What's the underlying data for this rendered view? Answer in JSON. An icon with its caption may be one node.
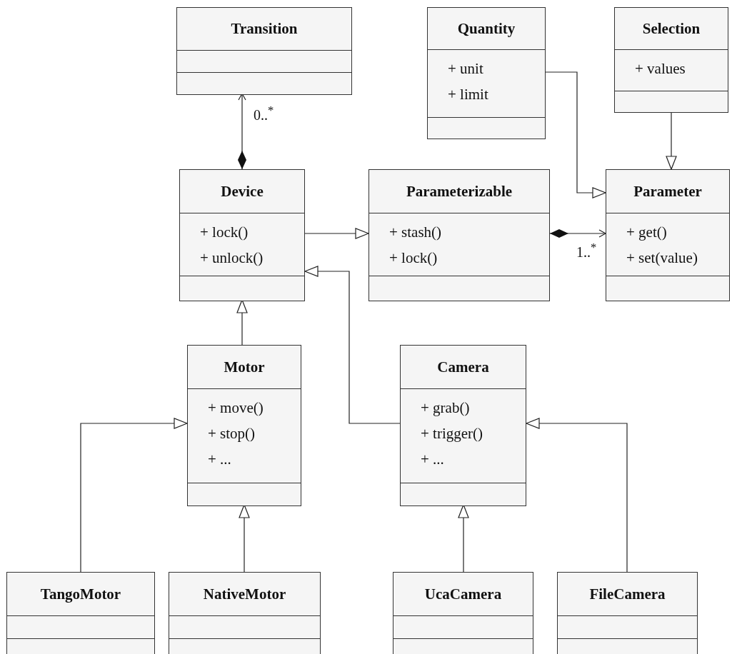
{
  "diagram": {
    "nodes": [
      {
        "text": [
          "Transition"
        ]
      },
      {
        "text": [
          "Quantity",
          "+ unit",
          "+ limit"
        ]
      },
      {
        "text": [
          "Selection",
          "+ values"
        ]
      },
      {
        "text": [
          "Device",
          "+ lock()",
          "+ unlock()"
        ]
      },
      {
        "text": [
          "Parameterizable",
          "+ stash()",
          "+ lock()"
        ]
      },
      {
        "text": [
          "Parameter",
          "+ get()",
          "+ set(value)"
        ]
      },
      {
        "text": [
          "Motor",
          "+ move()",
          "+ stop()",
          "+ ..."
        ]
      },
      {
        "text": [
          "Camera",
          "+ grab()",
          "+ trigger()",
          "+ ..."
        ]
      },
      {
        "text": [
          "TangoMotor"
        ]
      },
      {
        "text": [
          "NativeMotor"
        ]
      },
      {
        "text": [
          "UcaCamera"
        ]
      },
      {
        "text": [
          "FileCamera"
        ]
      }
    ],
    "edges": [
      {
        "from": 3,
        "to": 0,
        "arrow": "to",
        "label": "0..$^{*}$"
      },
      {
        "from": 3,
        "to": 4,
        "arrow": "to"
      },
      {
        "from": 4,
        "to": 5,
        "arrow": "to",
        "label": "1..$^{*}$"
      },
      {
        "from": 1,
        "to": 5,
        "arrow": "to"
      },
      {
        "from": 2,
        "to": 5,
        "arrow": "to"
      },
      {
        "from": 6,
        "to": 3,
        "arrow": "to"
      },
      {
        "from": 7,
        "to": 3,
        "arrow": "to"
      },
      {
        "from": 8,
        "to": 6,
        "arrow": "to"
      },
      {
        "from": 9,
        "to": 6,
        "arrow": "to"
      },
      {
        "from": 10,
        "to": 7,
        "arrow": "to"
      },
      {
        "from": 11,
        "to": 7,
        "arrow": "to"
      }
    ]
  }
}
